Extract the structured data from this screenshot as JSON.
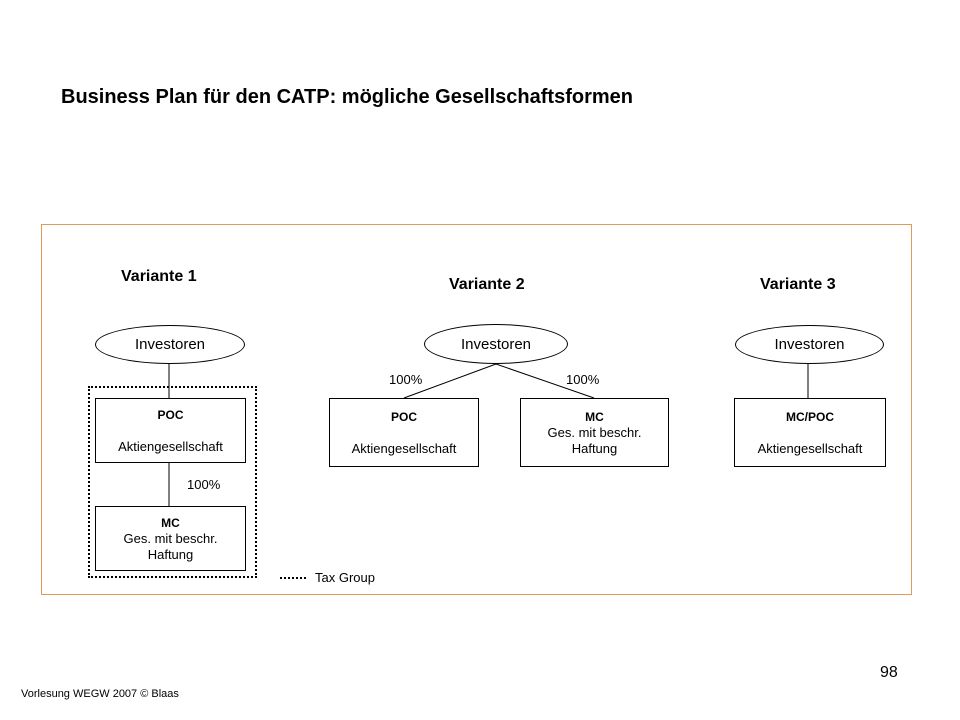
{
  "title": "Business Plan für den CATP: mögliche Gesellschaftsformen",
  "variants": {
    "v1": {
      "label": "Variante 1",
      "investor": "Investoren",
      "poc": {
        "name": "POC",
        "form": "Aktiengesellschaft"
      },
      "mc": {
        "name": "MC",
        "form_line1": "Ges. mit beschr.",
        "form_line2": "Haftung"
      },
      "ownership": "100%"
    },
    "v2": {
      "label": "Variante 2",
      "investor": "Investoren",
      "poc": {
        "name": "POC",
        "form": "Aktiengesellschaft"
      },
      "mc": {
        "name": "MC",
        "form_line1": "Ges. mit beschr.",
        "form_line2": "Haftung"
      },
      "ownership_left": "100%",
      "ownership_right": "100%"
    },
    "v3": {
      "label": "Variante 3",
      "investor": "Investoren",
      "mcpoc": {
        "name": "MC/POC",
        "form": "Aktiengesellschaft"
      }
    }
  },
  "legend": {
    "label": "Tax Group"
  },
  "footer": "Vorlesung WEGW 2007 © Blaas",
  "page_number": "98",
  "colors": {
    "frame": "#e09a5c",
    "text": "#000000",
    "background": "#ffffff"
  }
}
